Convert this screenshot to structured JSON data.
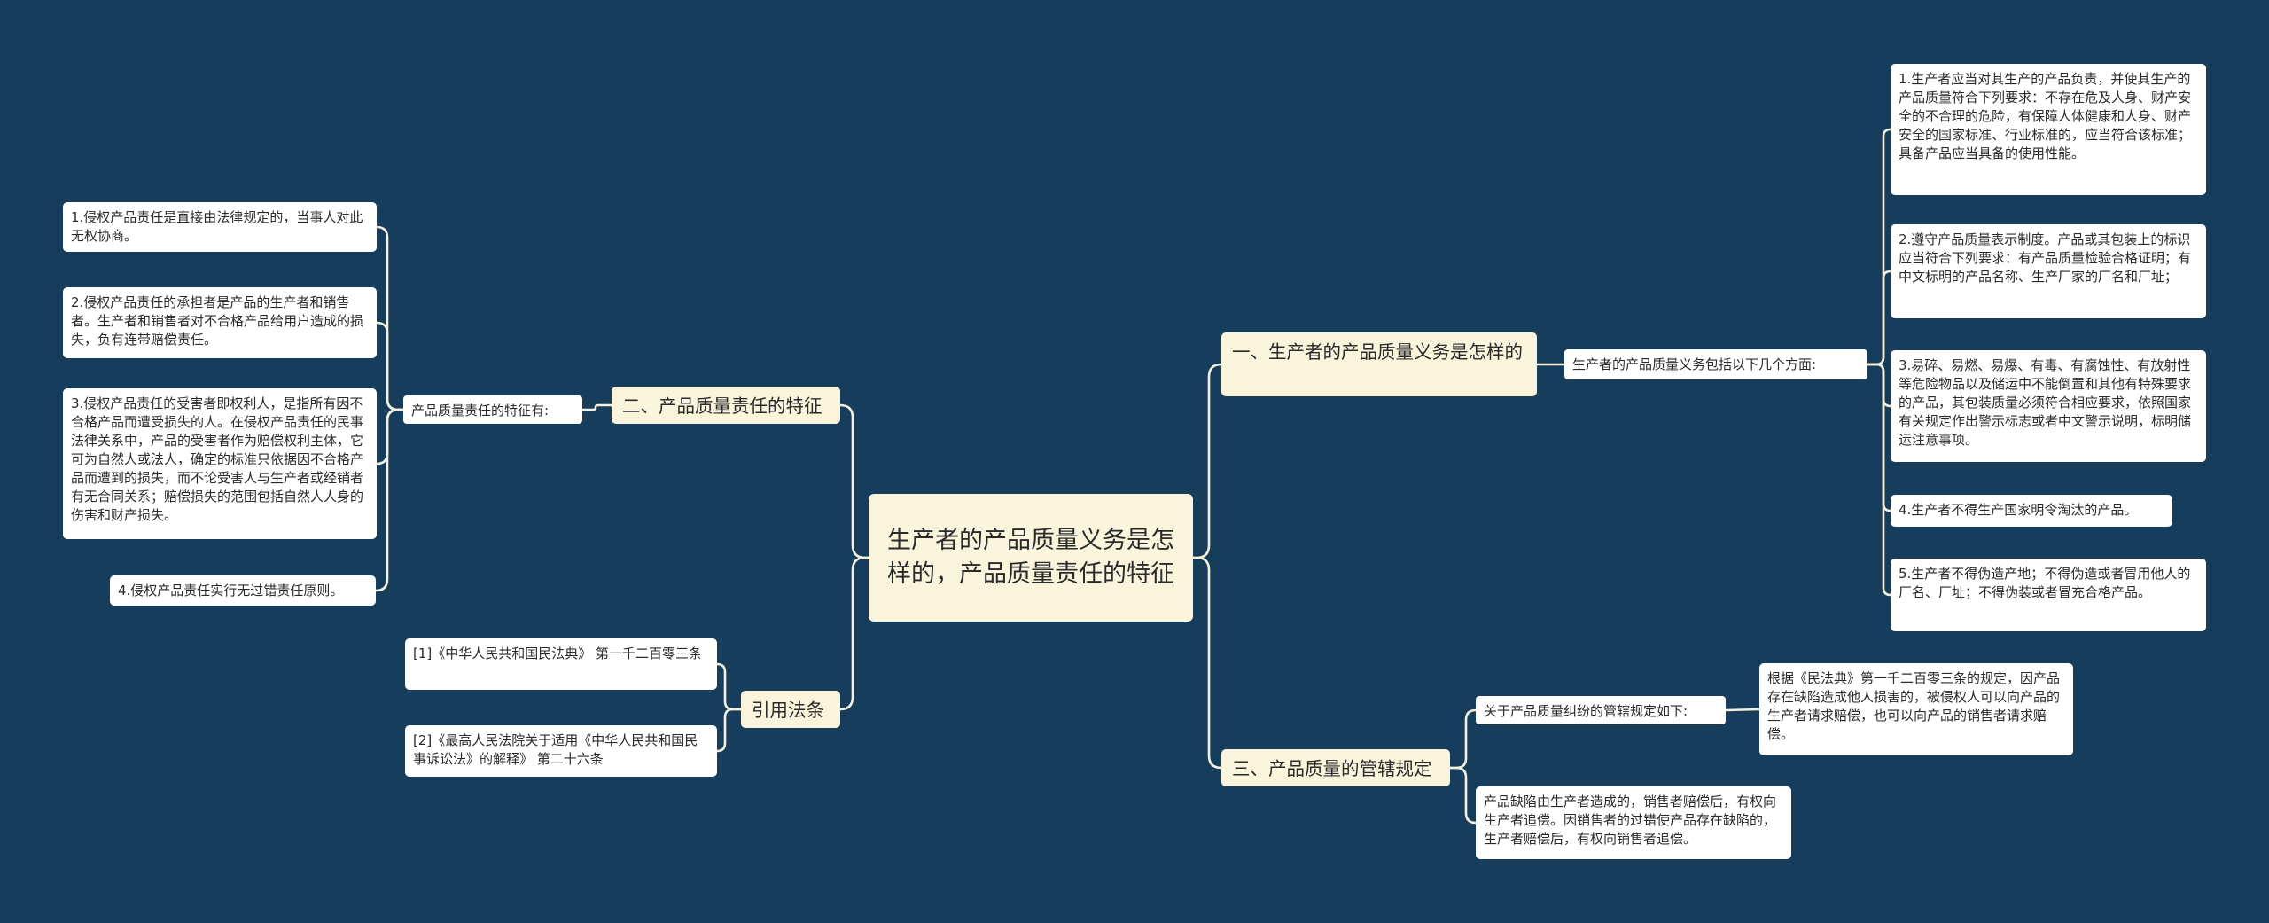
{
  "root": {
    "text": "生产者的产品质量义务是怎样的，产品质量责任的特征"
  },
  "branches": {
    "obligation": {
      "title": "一、生产者的产品质量义务是怎样的",
      "label": "生产者的产品质量义务包括以下几个方面:",
      "items": [
        "1.生产者应当对其生产的产品负责，并使其生产的产品质量符合下列要求：不存在危及人身、财产安全的不合理的危险，有保障人体健康和人身、财产安全的国家标准、行业标准的，应当符合该标准；具备产品应当具备的使用性能。",
        "2.遵守产品质量表示制度。产品或其包装上的标识应当符合下列要求：有产品质量检验合格证明；有中文标明的产品名称、生产厂家的厂名和厂址；",
        "3.易碎、易燃、易爆、有毒、有腐蚀性、有放射性等危险物品以及储运中不能倒置和其他有特殊要求的产品，其包装质量必须符合相应要求，依照国家有关规定作出警示标志或者中文警示说明，标明储运注意事项。",
        "4.生产者不得生产国家明令淘汰的产品。",
        "5.生产者不得伪造产地；不得伪造或者冒用他人的厂名、厂址；不得伪装或者冒充合格产品。"
      ]
    },
    "jurisdiction": {
      "title": "三、产品质量的管辖规定",
      "label": "关于产品质量纠纷的管辖规定如下:",
      "label_item": "根据《民法典》第一千二百零三条的规定，因产品存在缺陷造成他人损害的，被侵权人可以向产品的生产者请求赔偿，也可以向产品的销售者请求赔偿。",
      "item": "产品缺陷由生产者造成的，销售者赔偿后，有权向生产者追偿。因销售者的过错使产品存在缺陷的，生产者赔偿后，有权向销售者追偿。"
    },
    "features": {
      "title": "二、产品质量责任的特征",
      "label": "产品质量责任的特征有:",
      "items": [
        "1.侵权产品责任是直接由法律规定的，当事人对此无权协商。",
        "2.侵权产品责任的承担者是产品的生产者和销售者。生产者和销售者对不合格产品给用户造成的损失，负有连带赔偿责任。",
        "3.侵权产品责任的受害者即权利人，是指所有因不合格产品而遭受损失的人。在侵权产品责任的民事法律关系中，产品的受害者作为赔偿权利主体，它可为自然人或法人，确定的标准只依据因不合格产品而遭到的损失，而不论受害人与生产者或经销者有无合同关系；赔偿损失的范围包括自然人人身的伤害和财产损失。",
        "4.侵权产品责任实行无过错责任原则。"
      ]
    },
    "law": {
      "title": "引用法条",
      "items": [
        "[1]《中华人民共和国民法典》 第一千二百零三条",
        "[2]《最高人民法院关于适用《中华人民共和国民事诉讼法》的解释》 第二十六条"
      ]
    }
  },
  "colors": {
    "background": "#173d5c",
    "line": "#f4f0dc",
    "branch_fill": "#fbf4dc",
    "leaf_fill": "#ffffff"
  }
}
